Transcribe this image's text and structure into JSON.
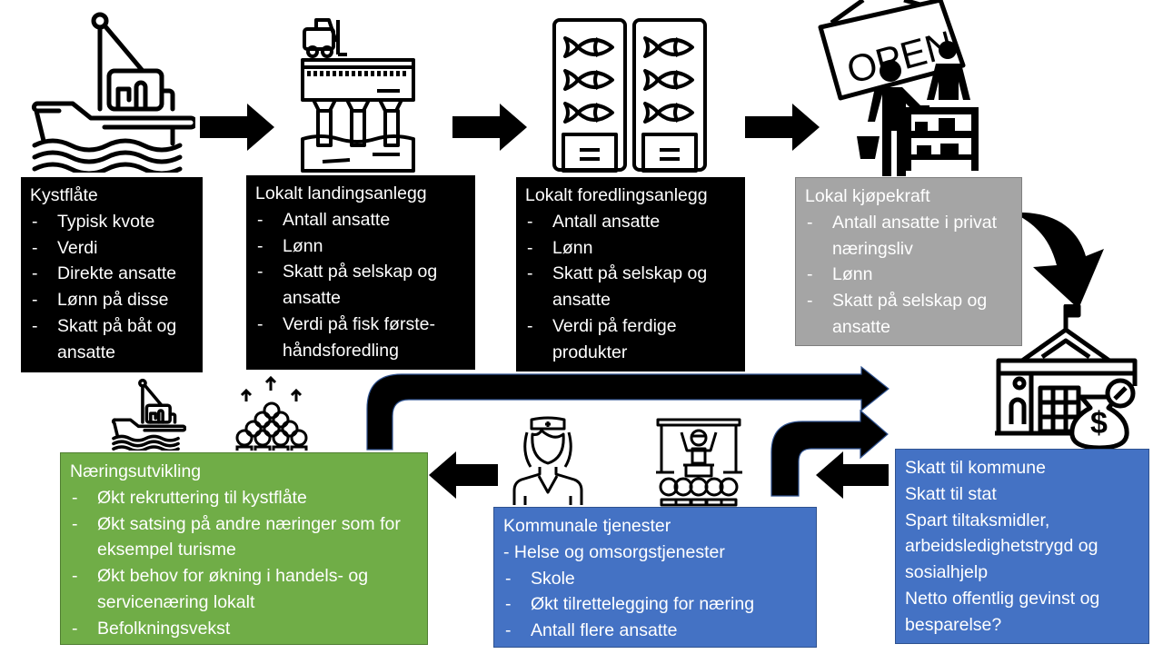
{
  "boxes": {
    "kystflate": {
      "title": "Kystflåte",
      "items": [
        "Typisk kvote",
        "Verdi",
        "Direkte ansatte",
        "Lønn på disse",
        "Skatt på båt og ansatte"
      ]
    },
    "landingsanlegg": {
      "title": "Lokalt landingsanlegg",
      "items": [
        "Antall ansatte",
        "Lønn",
        "Skatt på selskap og ansatte",
        "Verdi på fisk første-håndsforedling"
      ]
    },
    "foredlingsanlegg": {
      "title": "Lokalt foredlingsanlegg",
      "items": [
        "Antall ansatte",
        "Lønn",
        "Skatt på selskap og ansatte",
        "Verdi på ferdige produkter"
      ]
    },
    "kjopekraft": {
      "title": "Lokal kjøpekraft",
      "items": [
        "Antall ansatte i privat næringsliv",
        "Lønn",
        "Skatt på selskap og ansatte"
      ]
    },
    "skatt": {
      "lines": [
        "Skatt til kommune",
        "Skatt til stat",
        "Spart tiltaksmidler, arbeidsledighetstrygd og sosialhjelp",
        "Netto offentlig gevinst og besparelse?"
      ]
    },
    "kommunale": {
      "title": "Kommunale tjenester",
      "first_line": "- Helse og omsorgstjenester",
      "items": [
        "Skole",
        "Økt tilrettelegging for næring",
        "Antall flere ansatte"
      ]
    },
    "naeringsutvikling": {
      "title": "Næringsutvikling",
      "items": [
        "Økt rekruttering til kystflåte",
        "Økt satsing på andre næringer som for eksempel turisme",
        "Økt behov for økning i handels- og servicenæring lokalt",
        "Befolkningsvekst"
      ]
    }
  },
  "icons": {
    "sign_text": "OPEN",
    "bag_symbol": "$",
    "badge_symbol": "%"
  },
  "colors": {
    "black_box": "#000000",
    "gray_box": "#a5a5a5",
    "green_box": "#70ad47",
    "blue_box": "#4472c4"
  }
}
